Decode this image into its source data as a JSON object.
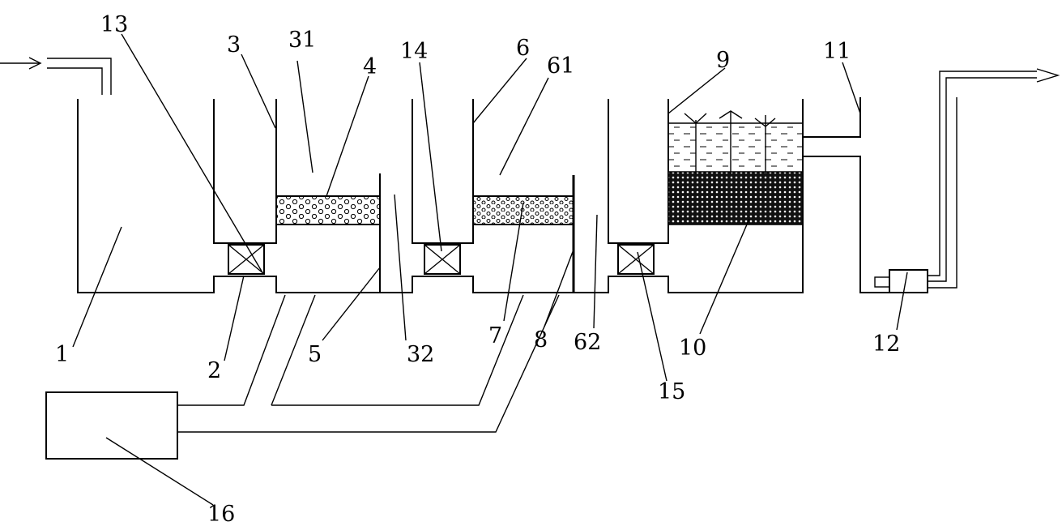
{
  "labels": {
    "l1": "1",
    "l2": "2",
    "l3": "3",
    "l31": "31",
    "l32": "32",
    "l4": "4",
    "l5": "5",
    "l6": "6",
    "l61": "61",
    "l62": "62",
    "l7": "7",
    "l8": "8",
    "l9": "9",
    "l10": "10",
    "l11": "11",
    "l12": "12",
    "l13": "13",
    "l14": "14",
    "l15": "15",
    "l16": "16"
  },
  "colors": {
    "line": "#000000",
    "background": "#ffffff"
  }
}
